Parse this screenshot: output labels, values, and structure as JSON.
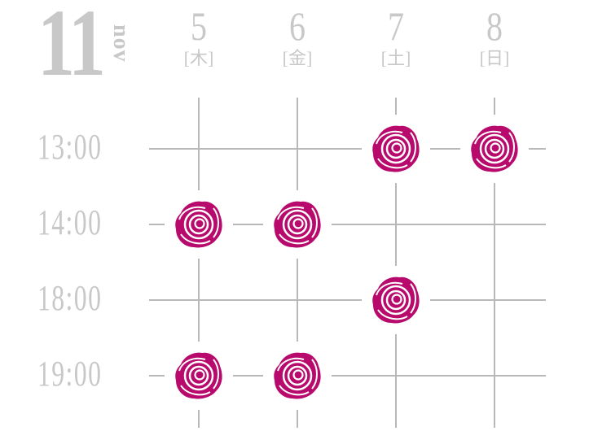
{
  "month": {
    "number": "11",
    "name": "nov"
  },
  "days": [
    {
      "num": "5",
      "weekday": "[木]"
    },
    {
      "num": "6",
      "weekday": "[金]"
    },
    {
      "num": "7",
      "weekday": "[土]"
    },
    {
      "num": "8",
      "weekday": "[日]"
    }
  ],
  "times": [
    "13:00",
    "14:00",
    "18:00",
    "19:00"
  ],
  "schedule": [
    [
      false,
      true,
      false,
      true
    ],
    [
      false,
      true,
      false,
      true
    ],
    [
      true,
      false,
      true,
      false
    ],
    [
      true,
      false,
      false,
      false
    ]
  ],
  "colors": {
    "rose": "#b80a6c",
    "line": "#b8b8b8",
    "text": "#c8c8c8"
  },
  "icon": "rose-icon"
}
